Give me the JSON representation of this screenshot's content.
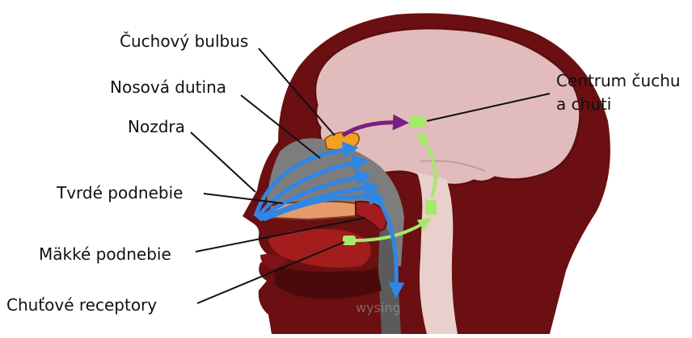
{
  "labels": {
    "olfactory_bulb": "Čuchový bulbus",
    "nasal_cavity": "Nosová dutina",
    "nostril": "Nozdra",
    "hard_palate": "Tvrdé podnebie",
    "soft_palate": "Mäkké podnebie",
    "taste_receptors": "Chuťové receptory",
    "center_line1": "Centrum čuchu",
    "center_line2": "a chuti"
  },
  "watermark": "wysing",
  "colors": {
    "skin": "#6b0f12",
    "skin_dark": "#4a0a0c",
    "brain": "#e2bcbc",
    "nasal_cavity": "#7d7d7d",
    "air_arrows": "#2f86e6",
    "taste_path": "#a6e86a",
    "smell_path": "#7a1f7f",
    "olfactory_bulb": "#f2a022",
    "palate": "#e49a6a",
    "spine": "#e9d0cc"
  }
}
